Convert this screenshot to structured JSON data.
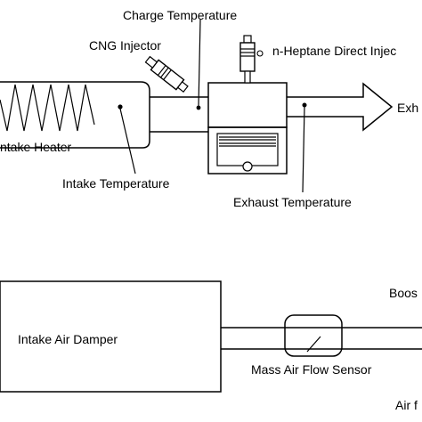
{
  "labels": {
    "charge_temperature": "Charge Temperature",
    "cng_injector": "CNG Injector",
    "nheptane_injector": "n-Heptane Direct Injec",
    "exhaust_out": "Exh",
    "intake_heater": "ntake Heater",
    "intake_temperature": "Intake Temperature",
    "exhaust_temperature": "Exhaust Temperature",
    "intake_air_damper": "Intake Air Damper",
    "boost": "Boos",
    "mass_air_flow_sensor": "Mass Air Flow Sensor",
    "air_flow": "Air f"
  }
}
